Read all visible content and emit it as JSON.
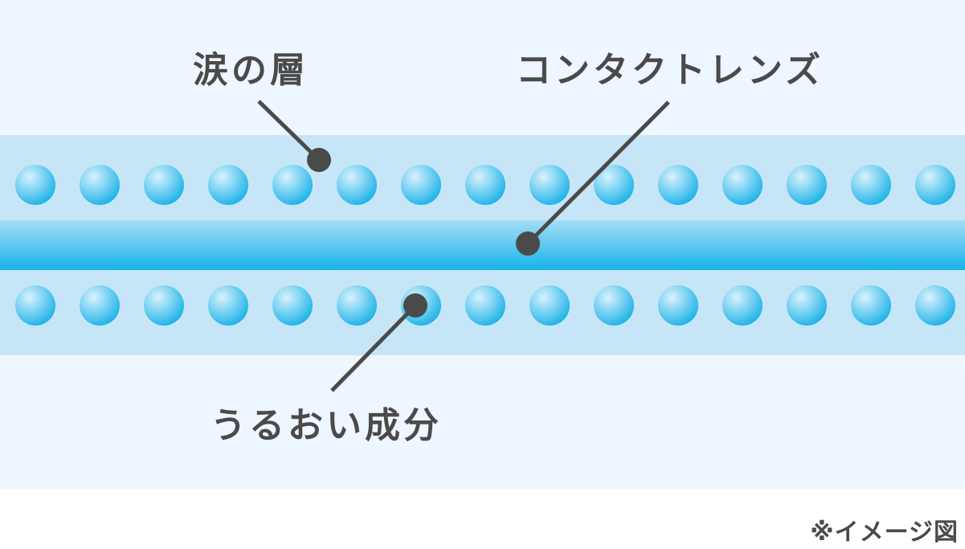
{
  "labels": {
    "tear_layer": "涙の層",
    "contact_lens": "コンタクトレンズ",
    "moisturizing": "うるおい成分",
    "image_note": "※イメージ図"
  },
  "colors": {
    "panel_background": "#eef6ff",
    "tear_layer": "#c6e6f8",
    "lens_top": "#a6ddf6",
    "lens_bottom": "#16b3ec",
    "particle_light": "#d9f2fd",
    "particle_dark": "#1bb2e8",
    "leader_line": "#4a4a4a",
    "label_text": "#4a4a4a"
  },
  "particles": {
    "count_per_row": 15
  }
}
